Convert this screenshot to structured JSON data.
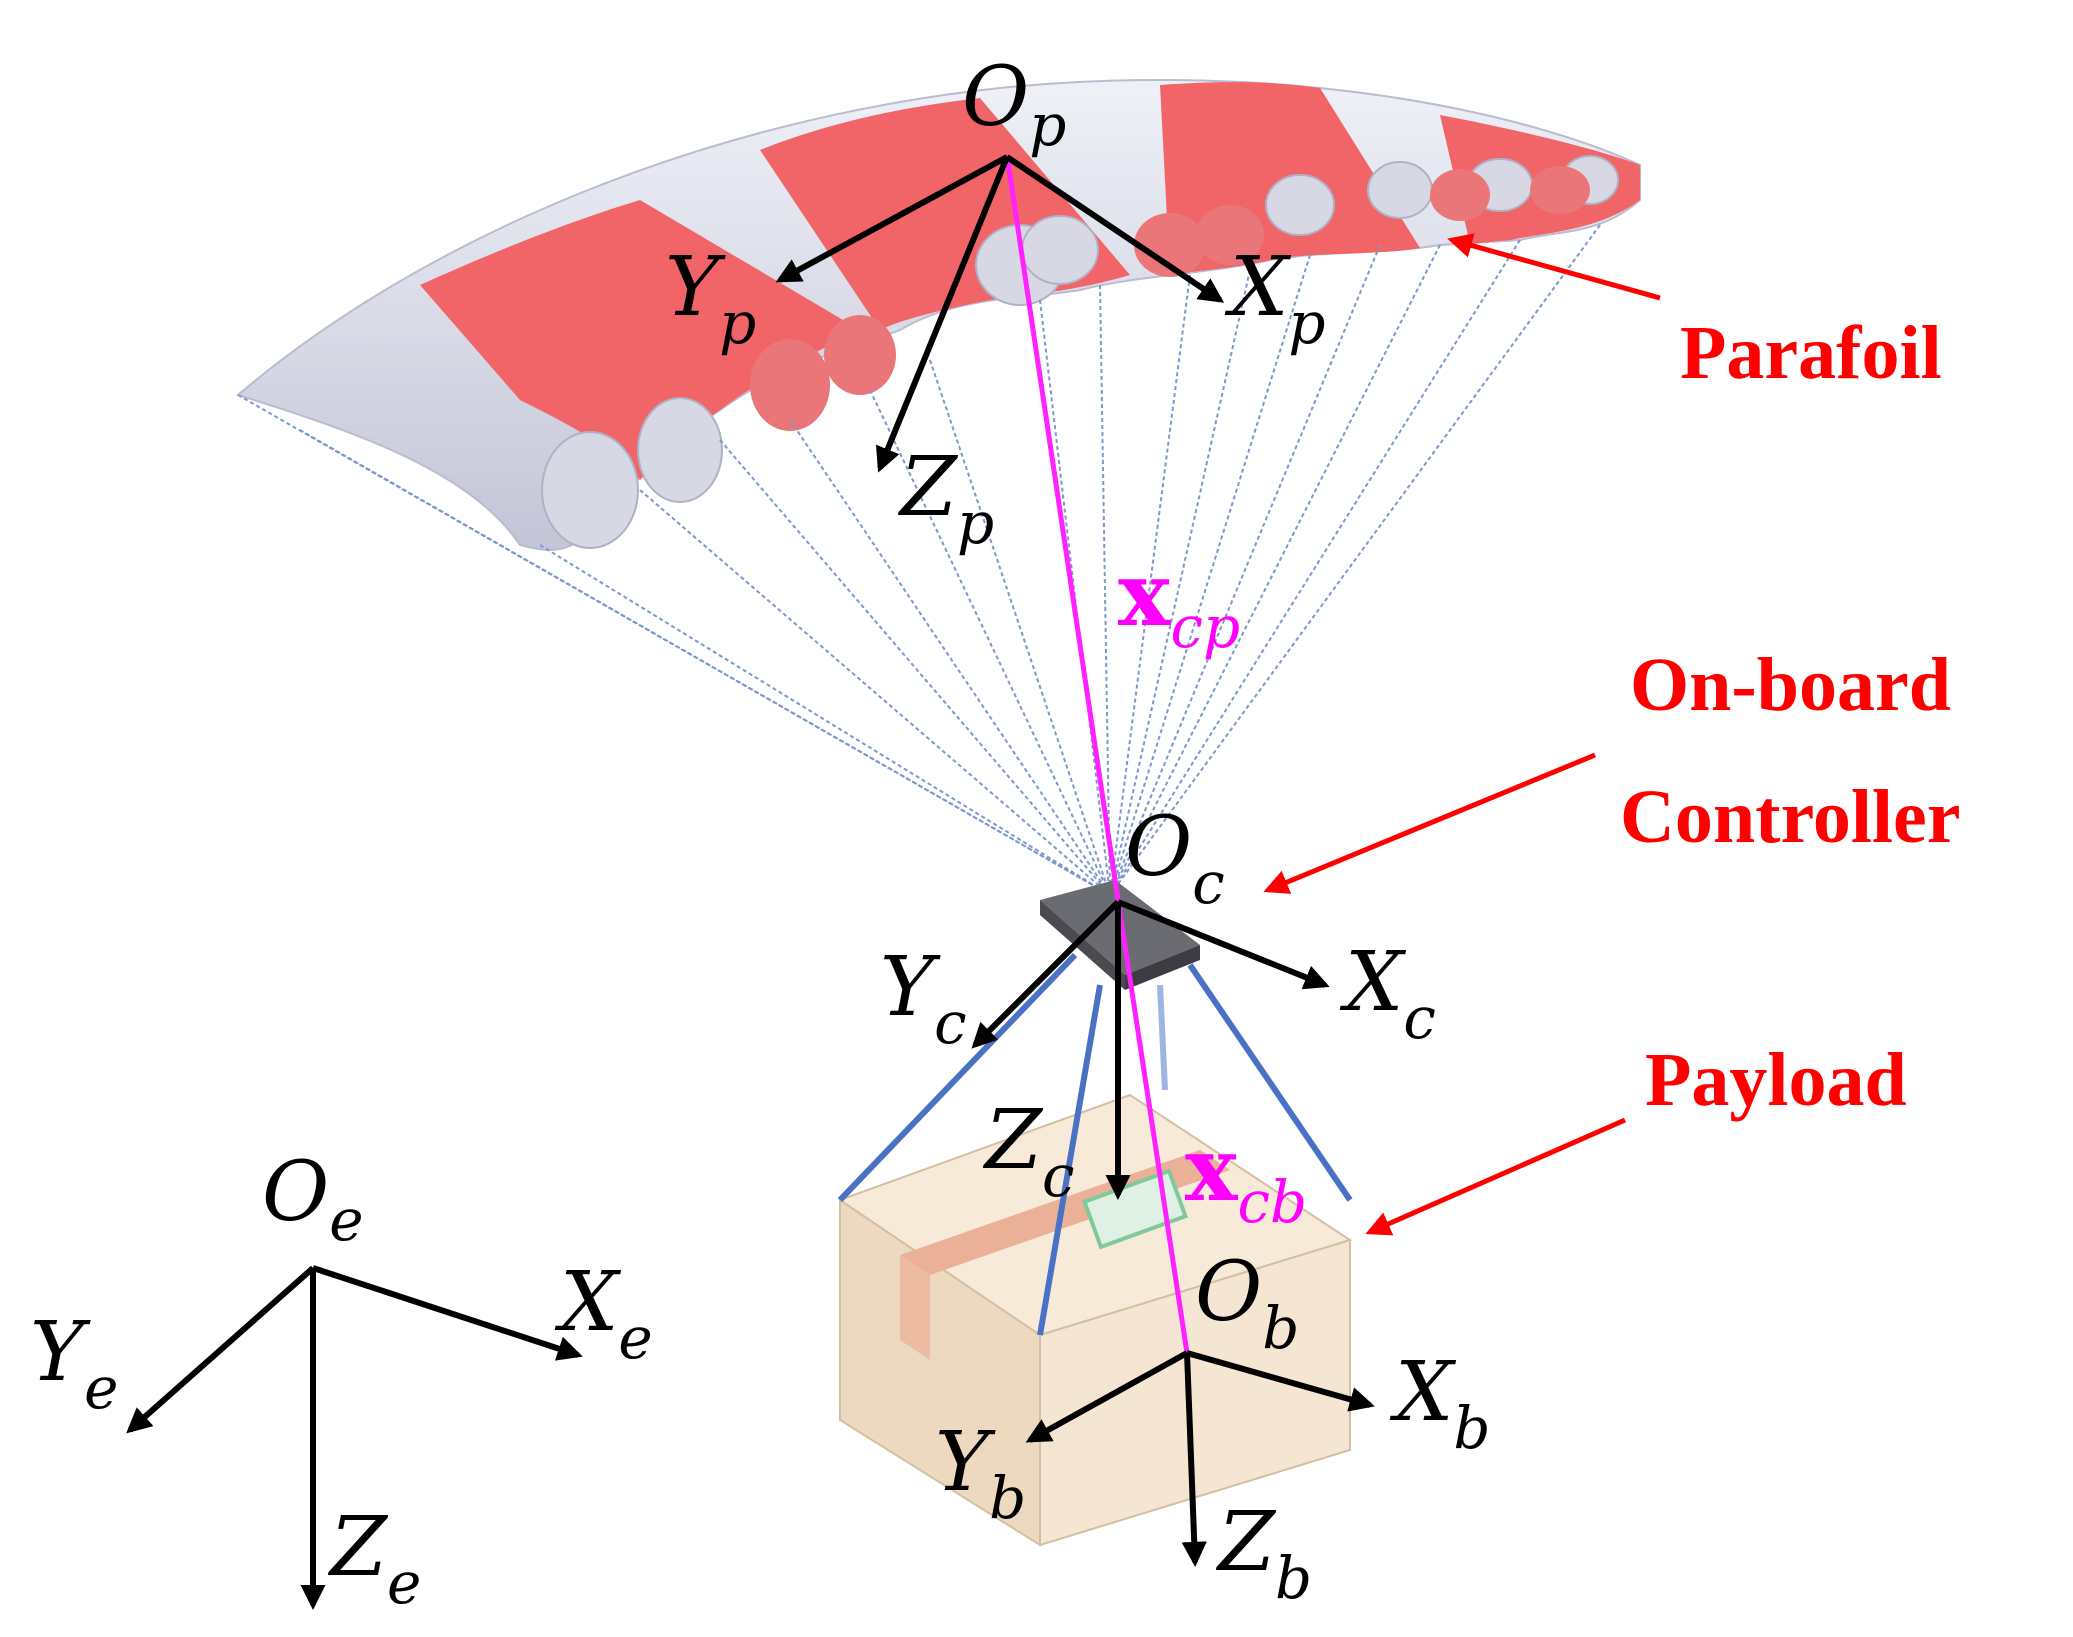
{
  "callouts": {
    "parafoil": "Parafoil",
    "controller_line1": "On-board",
    "controller_line2": "Controller",
    "payload": "Payload"
  },
  "frames": {
    "parafoil": {
      "origin": "O",
      "sub": "p",
      "x": "X",
      "y": "Y",
      "z": "Z"
    },
    "controller": {
      "origin": "O",
      "sub": "c",
      "x": "X",
      "y": "Y",
      "z": "Z"
    },
    "payload": {
      "origin": "O",
      "sub": "b",
      "x": "X",
      "y": "Y",
      "z": "Z"
    },
    "earth": {
      "origin": "O",
      "sub": "e",
      "x": "X",
      "y": "Y",
      "z": "Z"
    }
  },
  "vectors": {
    "cp": {
      "main": "x",
      "sub": "cp"
    },
    "cb": {
      "main": "x",
      "sub": "cb"
    }
  },
  "colors": {
    "canopy_red": "#f0585c",
    "canopy_white": "#d8d9e6",
    "line_blue": "#6f8fd0",
    "strap_blue": "#4a72c4",
    "vector_magenta": "#ff22ff",
    "callout_red": "#ff0000",
    "box_brown": "#efd9bd"
  }
}
